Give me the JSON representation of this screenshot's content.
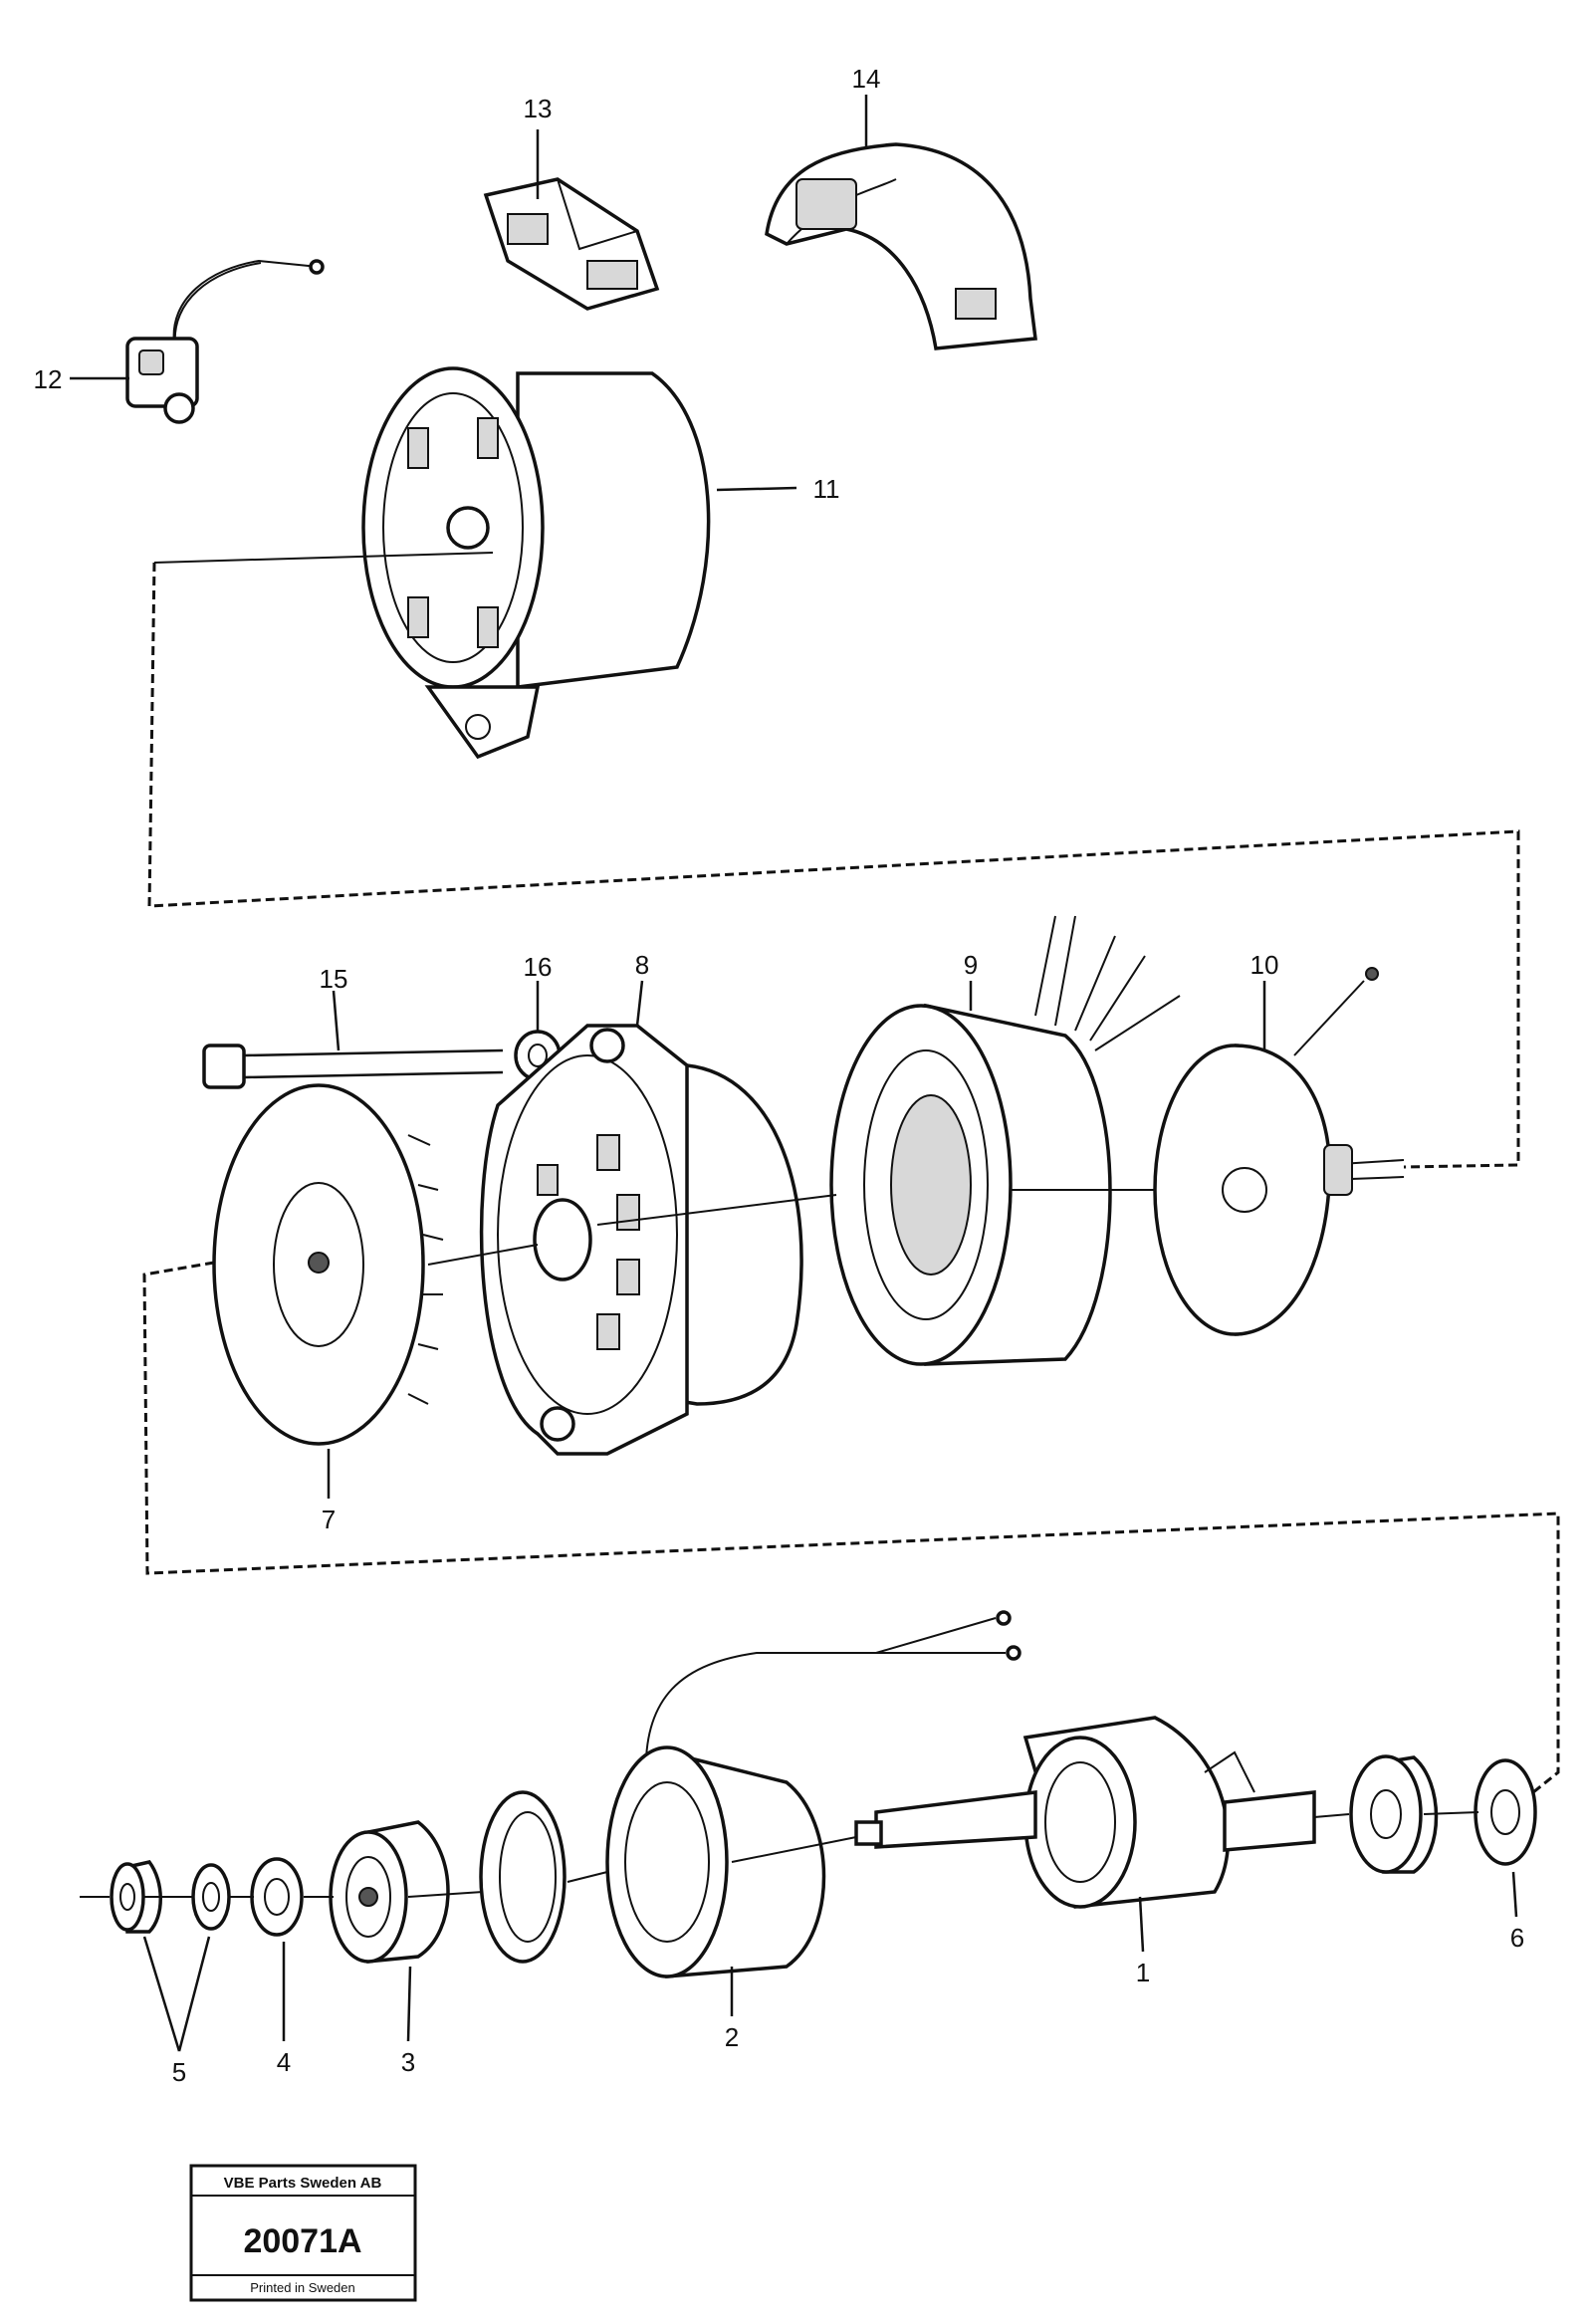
{
  "callouts": {
    "c1": "1",
    "c2": "2",
    "c3": "3",
    "c4": "4",
    "c5": "5",
    "c6": "6",
    "c7": "7",
    "c8": "8",
    "c9": "9",
    "c10": "10",
    "c11": "11",
    "c12": "12",
    "c13": "13",
    "c14": "14",
    "c15": "15",
    "c16": "16"
  },
  "stamp": {
    "header": "VBE Parts Sweden AB",
    "number": "20071A",
    "footer": "Printed in Sweden"
  }
}
